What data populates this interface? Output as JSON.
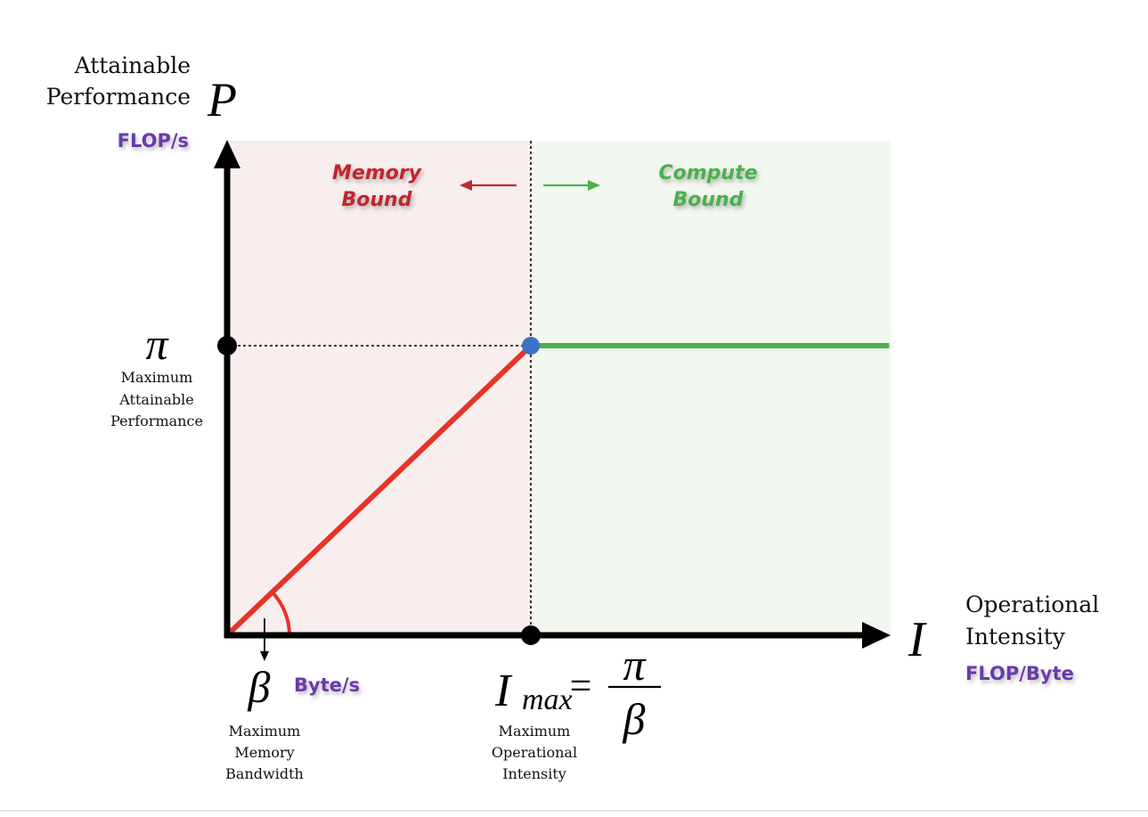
{
  "chart_data": {
    "type": "line",
    "title": "",
    "y_axis": {
      "label_lines": [
        "Attainable",
        "Performance"
      ],
      "symbol": "P",
      "unit": "FLOP/s"
    },
    "x_axis": {
      "label_lines": [
        "Operational",
        "Intensity"
      ],
      "symbol": "I",
      "unit": "FLOP/Byte"
    },
    "regions": {
      "memory": {
        "label_lines": [
          "Memory",
          "Bound"
        ],
        "color": "#c0282d",
        "fill": "#f7eeed"
      },
      "compute": {
        "label_lines": [
          "Compute",
          "Bound"
        ],
        "color": "#4caf50",
        "fill": "#f2f7f0"
      }
    },
    "series": [
      {
        "points": [
          [
            0,
            0
          ],
          [
            1,
            1
          ]
        ],
        "color": "#e5342a"
      },
      {
        "points": [
          [
            1,
            1
          ],
          [
            2.18,
            1
          ]
        ],
        "color": "#4caf50"
      }
    ],
    "xlim": [
      0,
      2.18
    ],
    "ylim": [
      0,
      1.0
    ],
    "ridge_point": {
      "x": 1,
      "y": 1,
      "color": "#3b73c4"
    },
    "annotations": {
      "pi": {
        "symbol": "π",
        "desc_lines": [
          "Maximum",
          "Attainable",
          "Performance"
        ]
      },
      "beta": {
        "symbol": "β",
        "unit": "Byte/s",
        "desc_lines": [
          "Maximum",
          "Memory",
          "Bandwidth"
        ]
      },
      "imax": {
        "lhs": "I",
        "sub": "max",
        "equals": "=",
        "numerator": "π",
        "denominator": "β",
        "desc_lines": [
          "Maximum",
          "Operational",
          "Intensity"
        ]
      }
    },
    "colors": {
      "axis": "#000000",
      "unit_label": "#6a3aa8",
      "memory_line": "#e5342a",
      "compute_line": "#4caf50",
      "ridge": "#3b73c4"
    }
  }
}
